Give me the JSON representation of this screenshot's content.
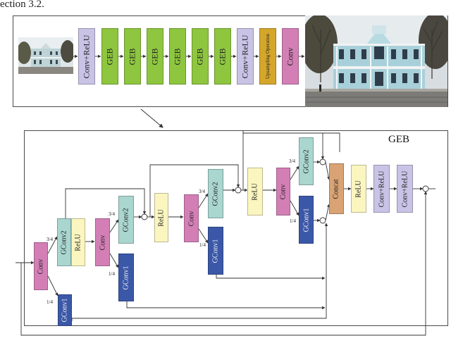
{
  "caption": "ection 3.2.",
  "top": {
    "blocks": [
      {
        "label": "Conv+ReLU",
        "color": "#c9c3e6"
      },
      {
        "label": "GEB",
        "color": "#8ec63f"
      },
      {
        "label": "GEB",
        "color": "#8ec63f"
      },
      {
        "label": "GEB",
        "color": "#8ec63f"
      },
      {
        "label": "GEB",
        "color": "#8ec63f"
      },
      {
        "label": "GEB",
        "color": "#8ec63f"
      },
      {
        "label": "GEB",
        "color": "#8ec63f"
      },
      {
        "label": "Conv+ReLU",
        "color": "#c9c3e6"
      },
      {
        "label": "Upsampling Operation",
        "color": "#d4a62a"
      },
      {
        "label": "Conv",
        "color": "#d37fb6"
      }
    ]
  },
  "geb": {
    "title": "GEB",
    "blocks": {
      "conv_a": "Conv",
      "gconv2_a": "GConv2",
      "relu_a": "ReLU",
      "conv_b": "Conv",
      "gconv2_b": "GConv2",
      "gconv1_b": "GConv1",
      "relu_b": "ReLU",
      "conv_c": "Conv",
      "gconv2_c": "GConv2",
      "gconv1_c": "GConv1",
      "relu_c": "ReLU",
      "conv_d": "Conv",
      "gconv2_d": "GConv2",
      "gconv1_d": "GConv1",
      "concat": "Concat",
      "relu_d": "ReLU",
      "convrelu_1": "Conv+ReLU",
      "convrelu_2": "Conv+ReLU",
      "gconv1_a": "GConv1"
    },
    "fractions": {
      "three_quarter": "3/4",
      "one_quarter": "1/4"
    },
    "colors": {
      "conv": "#d37fb6",
      "gconv2": "#a9d6cf",
      "gconv1": "#3b58a8",
      "relu": "#fbf6bf",
      "concat": "#d9a374",
      "convrelu": "#c9c3e6"
    }
  }
}
